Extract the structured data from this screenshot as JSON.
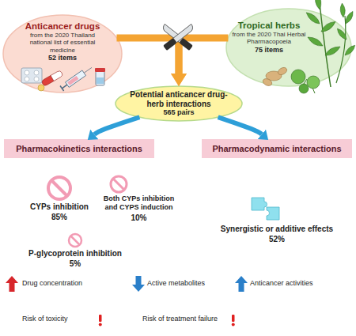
{
  "diagram": {
    "nodes": [
      {
        "text": [
          "Anticancer drugs",
          "from the 2020 Thailand national list of essential medicine",
          "52 items"
        ]
      },
      {
        "text": [
          "Tropical herbs",
          "from the 2020 Thai Herbal Pharmacopoeia",
          "75 items"
        ]
      },
      {
        "text": [
          "Potential anticancer drug-herb interactions",
          "565 pairs"
        ]
      },
      {
        "text": [
          "Pharmacokinetics interactions"
        ]
      },
      {
        "text": [
          "Pharmacodynamic interactions"
        ]
      }
    ],
    "edges": [
      {
        "from": 0,
        "to": 2,
        "arrow": "to"
      },
      {
        "from": 1,
        "to": 2,
        "arrow": "to"
      },
      {
        "from": 2,
        "to": 3,
        "arrow": "to"
      },
      {
        "from": 2,
        "to": 4,
        "arrow": "to"
      }
    ],
    "labels": [
      "CYPs inhibition",
      "85%",
      "Both CYPs inhibition and CYPS induction",
      "10%",
      "P-glycoprotein inhibition",
      "5%",
      "Synergistic or additive effects",
      "52%",
      "Drug concentration",
      "Active metabolites",
      "Anticancer activities",
      "Risk of toxicity",
      "Risk of treatment failure"
    ]
  }
}
